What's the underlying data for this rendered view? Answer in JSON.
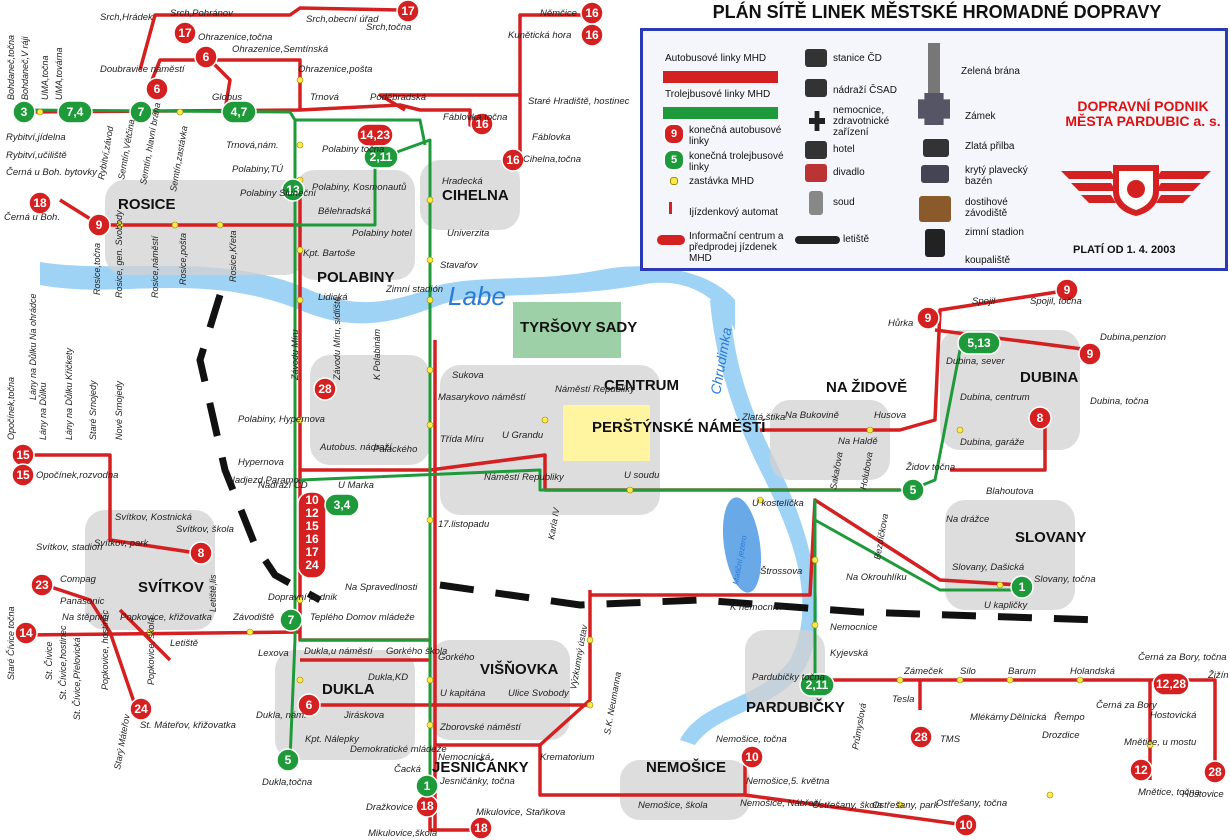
{
  "title": "PLÁN SÍTĚ LINEK MĚSTSKÉ HROMADNÉ DOPRAVY",
  "legend": {
    "bus_lines": "Autobusové linky MHD",
    "trolley_lines": "Trolejbusové linky MHD",
    "bus_terminal": "konečná autobusové linky",
    "trolley_terminal": "konečná trolejbusové linky",
    "stop": "zastávka MHD",
    "ticket_machine": "Ijízdenkový automat",
    "info_centre": "Informační centrum a předprodej jízdenek MHD",
    "station_cd": "stanice ČD",
    "station_csad": "nádraží ČSAD",
    "hospital": "nemocnice, zdravotnické zařízení",
    "hotel": "hotel",
    "theatre": "divadlo",
    "court": "soud",
    "airport": "letiště",
    "green_gate": "Zelená brána",
    "castle": "Zámek",
    "golden_helmet": "Zlatá přilba",
    "pool": "krytý plavecký bazén",
    "racecourse": "dostihové závodiště",
    "stadium": "zimní stadion",
    "swimming": "koupaliště",
    "operator": "DOPRAVNÍ PODNIK MĚSTA PARDUBIC a. s.",
    "valid_from": "PLATÍ OD 1. 4. 2003",
    "sample_bus": "9",
    "sample_trolley": "5",
    "colors": {
      "bus": "#d42020",
      "trolley": "#1f9a3a",
      "frame": "#2a39b5"
    }
  },
  "rivers": {
    "labe": "Labe",
    "chrudimka": "Chrudimka",
    "lake": "Matiční jezero"
  },
  "districts": [
    "ROSICE",
    "POLABINY",
    "CIHELNA",
    "CENTRUM",
    "NA ŽIDOVĚ",
    "DUBINA",
    "SLOVANY",
    "SVÍTKOV",
    "DUKLA",
    "VIŠŇOVKA",
    "JESNIČÁNKY",
    "NEMOŠICE",
    "PARDUBIČKY"
  ],
  "places": [
    "TYRŠOVY SADY",
    "PERŠTÝNSKÉ NÁMĚSTÍ"
  ],
  "terminals": {
    "bus": [
      "17",
      "17",
      "16",
      "16",
      "6",
      "6",
      "18",
      "9",
      "14,23",
      "16",
      "16",
      "9",
      "9",
      "28",
      "8",
      "15",
      "15",
      "23",
      "8",
      "14",
      "24",
      "6",
      "18",
      "18",
      "10",
      "10",
      "28",
      "12",
      "28",
      "12,28",
      "10,12,15,16,17,24"
    ],
    "trolley": [
      "3",
      "7,4",
      "7",
      "4,7",
      "2,11",
      "13",
      "5,13",
      "5",
      "1",
      "3,4",
      "7",
      "5",
      "2,11",
      "1"
    ]
  },
  "stops": [
    "Srch,Hrádek",
    "Srch,Pohránov",
    "Srch,obecní úřad",
    "Srch,točna",
    "Němčice",
    "Kunětická hora",
    "Ohrazenice,točna",
    "Ohrazenice,Semtínská",
    "Ohrazenice,pošta",
    "Doubravice náměstí",
    "Bohdaneč,točna",
    "Bohdaneč,V ráji",
    "UMA,točna",
    "UMA,továrna",
    "Rybitví,jídelna",
    "Rybitví,učiliště",
    "Černá u Boh. bytovky",
    "Černá u Boh.",
    "Globus",
    "Trnová",
    "Trnová,nám.",
    "Poděbradská",
    "Fáblovka točna",
    "Fáblovka",
    "Staré Hradiště, hostinec",
    "Cihelna,točna",
    "Hradecká",
    "Univerzita",
    "Polabiny točna",
    "Polabiny, Kosmonautů",
    "Polabiny,TÚ",
    "Polabiny Sluneční",
    "Bělehradská",
    "Polabiny hotel",
    "Kpt. Bartoše",
    "Stavařov",
    "Rybitví,závod",
    "Semtín,Větčina",
    "Semtín, hlavní brána",
    "Semtín,zastávka",
    "Rosice,točna",
    "Rosice, gen. Svobody",
    "Rosice,náměstí",
    "Rosice,pošta",
    "Rosice,Křeta",
    "Lidická",
    "Zimní stadión",
    "Sukova",
    "Náměstí Republiky",
    "Masarykovo náměstí",
    "Třída Míru",
    "U Grandu",
    "U soudu",
    "Náměstí Republiky",
    "Závodu Míru",
    "Závodu Míru, sídliště",
    "K Polabinám",
    "Polabiny, Hypernova",
    "Autobus. nádraží",
    "Palackého",
    "Hypernova",
    "Nádraží ČD",
    "Nadjezd Paramo",
    "U Marka",
    "17.listopadu",
    "Karla IV",
    "Na Spravedlnosti",
    "Dopravní podnik",
    "Opočínek,točna",
    "Opočínek,rozvodna",
    "Lány na Důlku",
    "Lány na Důlku Na ohrádce",
    "Lány na Důlku Křičkety",
    "Staré Srnojedy",
    "Nové Srnojedy",
    "Svítkov, stadion",
    "Svítkov, park",
    "Svítkov, Kostnická",
    "Svítkov, škola",
    "Compag",
    "Panasonic",
    "Na štěpnici",
    "Popkovice, křižovatka",
    "Letiště",
    "Letiště,lis",
    "Závodiště",
    "Teplého",
    "Domov mládeže",
    "Lexova",
    "Dukla,u náměstí",
    "Gorkého škola",
    "Gorkého",
    "Dukla,KD",
    "Dukla, nám.",
    "Jiráskova",
    "Kpt. Nálepky",
    "Demokratické mládeže",
    "Dukla,točna",
    "Staré Čívice točna",
    "St. Čívice",
    "St. Čívice,hostinec",
    "St. Čívice,Přelovická",
    "Popkovice, hostinec",
    "Popkovice, škola",
    "St. Máteřov, křižovatka",
    "Starý Máteřov",
    "U kapitána",
    "Ulice Svobody",
    "Zborovské náměstí",
    "Nemocnická",
    "Jesničánky, točna",
    "Čacká",
    "Krematorium",
    "S.K. Neumanna",
    "Výzkumný ústav",
    "Dražkovice",
    "Mikulovice, Staňkova",
    "Mikulovice,škola",
    "Hůrka",
    "Spojil",
    "Spojil, točna",
    "Dubina,penzion",
    "Dubina, sever",
    "Dubina, centrum",
    "Dubina, garáže",
    "Dubina, točna",
    "Blahoutova",
    "Husova",
    "Zlatá štika",
    "Na Bukovině",
    "Na Haldě",
    "Holubova",
    "Sakařova",
    "Židov točna",
    "U kostelíčka",
    "Bezdíčkova",
    "Na Okrouhlíku",
    "Štrossova",
    "K nemocnici",
    "Nemocnice",
    "Kyjevská",
    "Na drážce",
    "Slovany, Dašická",
    "Slovany, točna",
    "U kapličky",
    "Pardubičky točna",
    "Průmyslová",
    "Zámeček",
    "Silo",
    "Barum",
    "Holandská",
    "Černá za Bory, točna",
    "Černá za Bory",
    "Hostovická",
    "Žižín",
    "Tesla",
    "TMS",
    "Mlékárny",
    "Dělnická",
    "Řempo",
    "Drozdice",
    "Mnětice, u mostu",
    "Mnětice, točna",
    "Hostovice",
    "Nemošice, točna",
    "Nemošice,5. května",
    "Nemošice, Nábřeží",
    "Nemošice, škola",
    "Ostřešany, škola",
    "Ostřešany, park",
    "Ostřešany, točna"
  ]
}
